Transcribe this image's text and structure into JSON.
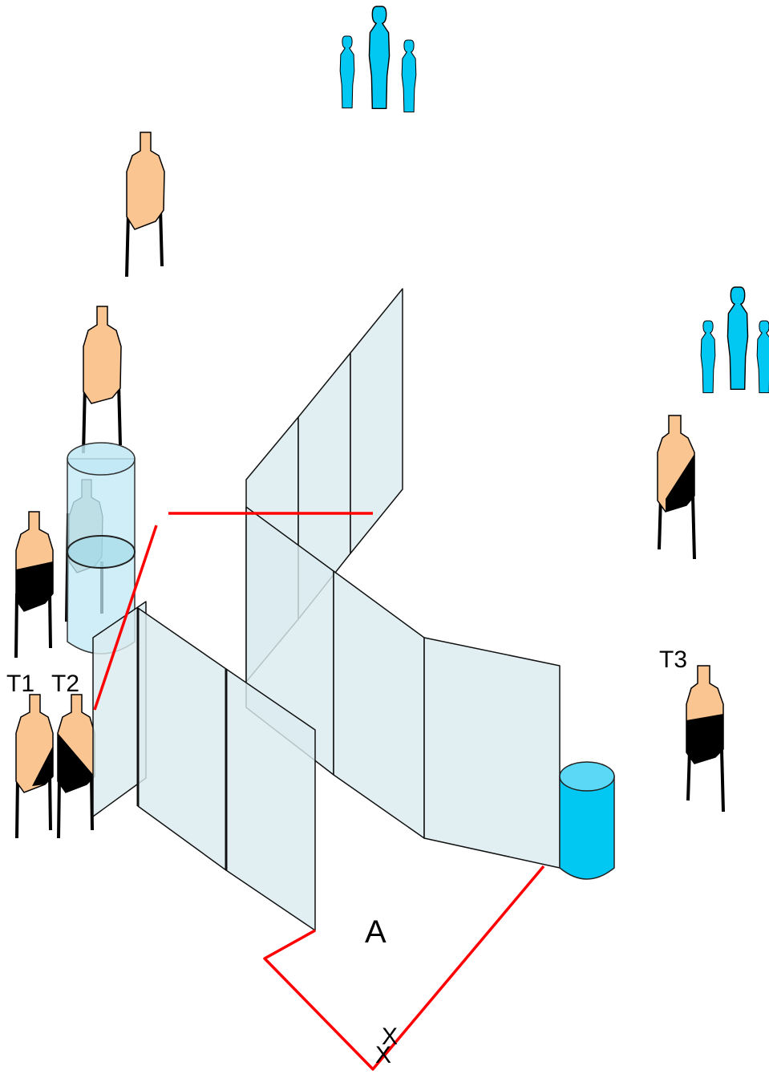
{
  "labels": {
    "t1": "T1",
    "t2": "T2",
    "t3": "T3",
    "start_area": "A",
    "start_marks": [
      "X",
      "X"
    ]
  },
  "colors": {
    "paper_target": "#fac591",
    "hard_cover": "#000000",
    "no_shoot": "#00c8f2",
    "barrel": "#00c8f2",
    "barrel_glass": "#bfe8f5",
    "wall_panel": "#dbecef",
    "fault_line": "#ff0000"
  },
  "icons": {
    "paper_target": "paper-target-icon",
    "no_shoot_group": "no-shoot-silhouettes-icon",
    "barrel": "barrel-icon",
    "wall": "wall-panel-icon",
    "start_mark": "x-mark-icon"
  }
}
